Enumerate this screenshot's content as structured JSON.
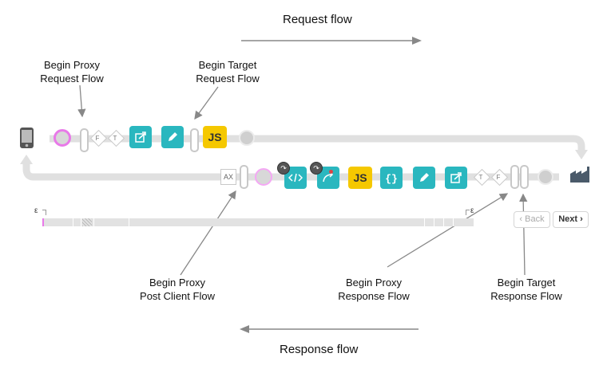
{
  "flow_labels": {
    "request_flow": "Request flow",
    "response_flow": "Response flow"
  },
  "annotations": {
    "begin_proxy_request": [
      "Begin Proxy",
      "Request Flow"
    ],
    "begin_target_request": [
      "Begin Target",
      "Request Flow"
    ],
    "begin_proxy_post_client": [
      "Begin Proxy",
      "Post Client Flow"
    ],
    "begin_proxy_response": [
      "Begin Proxy",
      "Response Flow"
    ],
    "begin_target_response": [
      "Begin Target",
      "Response Flow"
    ]
  },
  "request_path": {
    "condition_false": "F",
    "condition_true": "T",
    "js_label": "JS"
  },
  "response_path": {
    "ax_label": "AX",
    "js_label": "JS",
    "condition_true": "T",
    "condition_false": "F"
  },
  "timeline": {
    "start_marker": "ε",
    "end_marker": "ε"
  },
  "navigation": {
    "back_label": "Back",
    "next_label": "Next"
  },
  "icons": [
    "phone-icon",
    "factory-icon",
    "redirect-icon",
    "edit-icon",
    "xml-code-icon",
    "extract-icon",
    "json-icon",
    "badge-icon"
  ],
  "colors": {
    "policy_teal": "#2ab7bf",
    "js_yellow": "#f5c800",
    "client_circle_magenta": "#e879e8",
    "flow_gray": "#e0e0e0"
  }
}
